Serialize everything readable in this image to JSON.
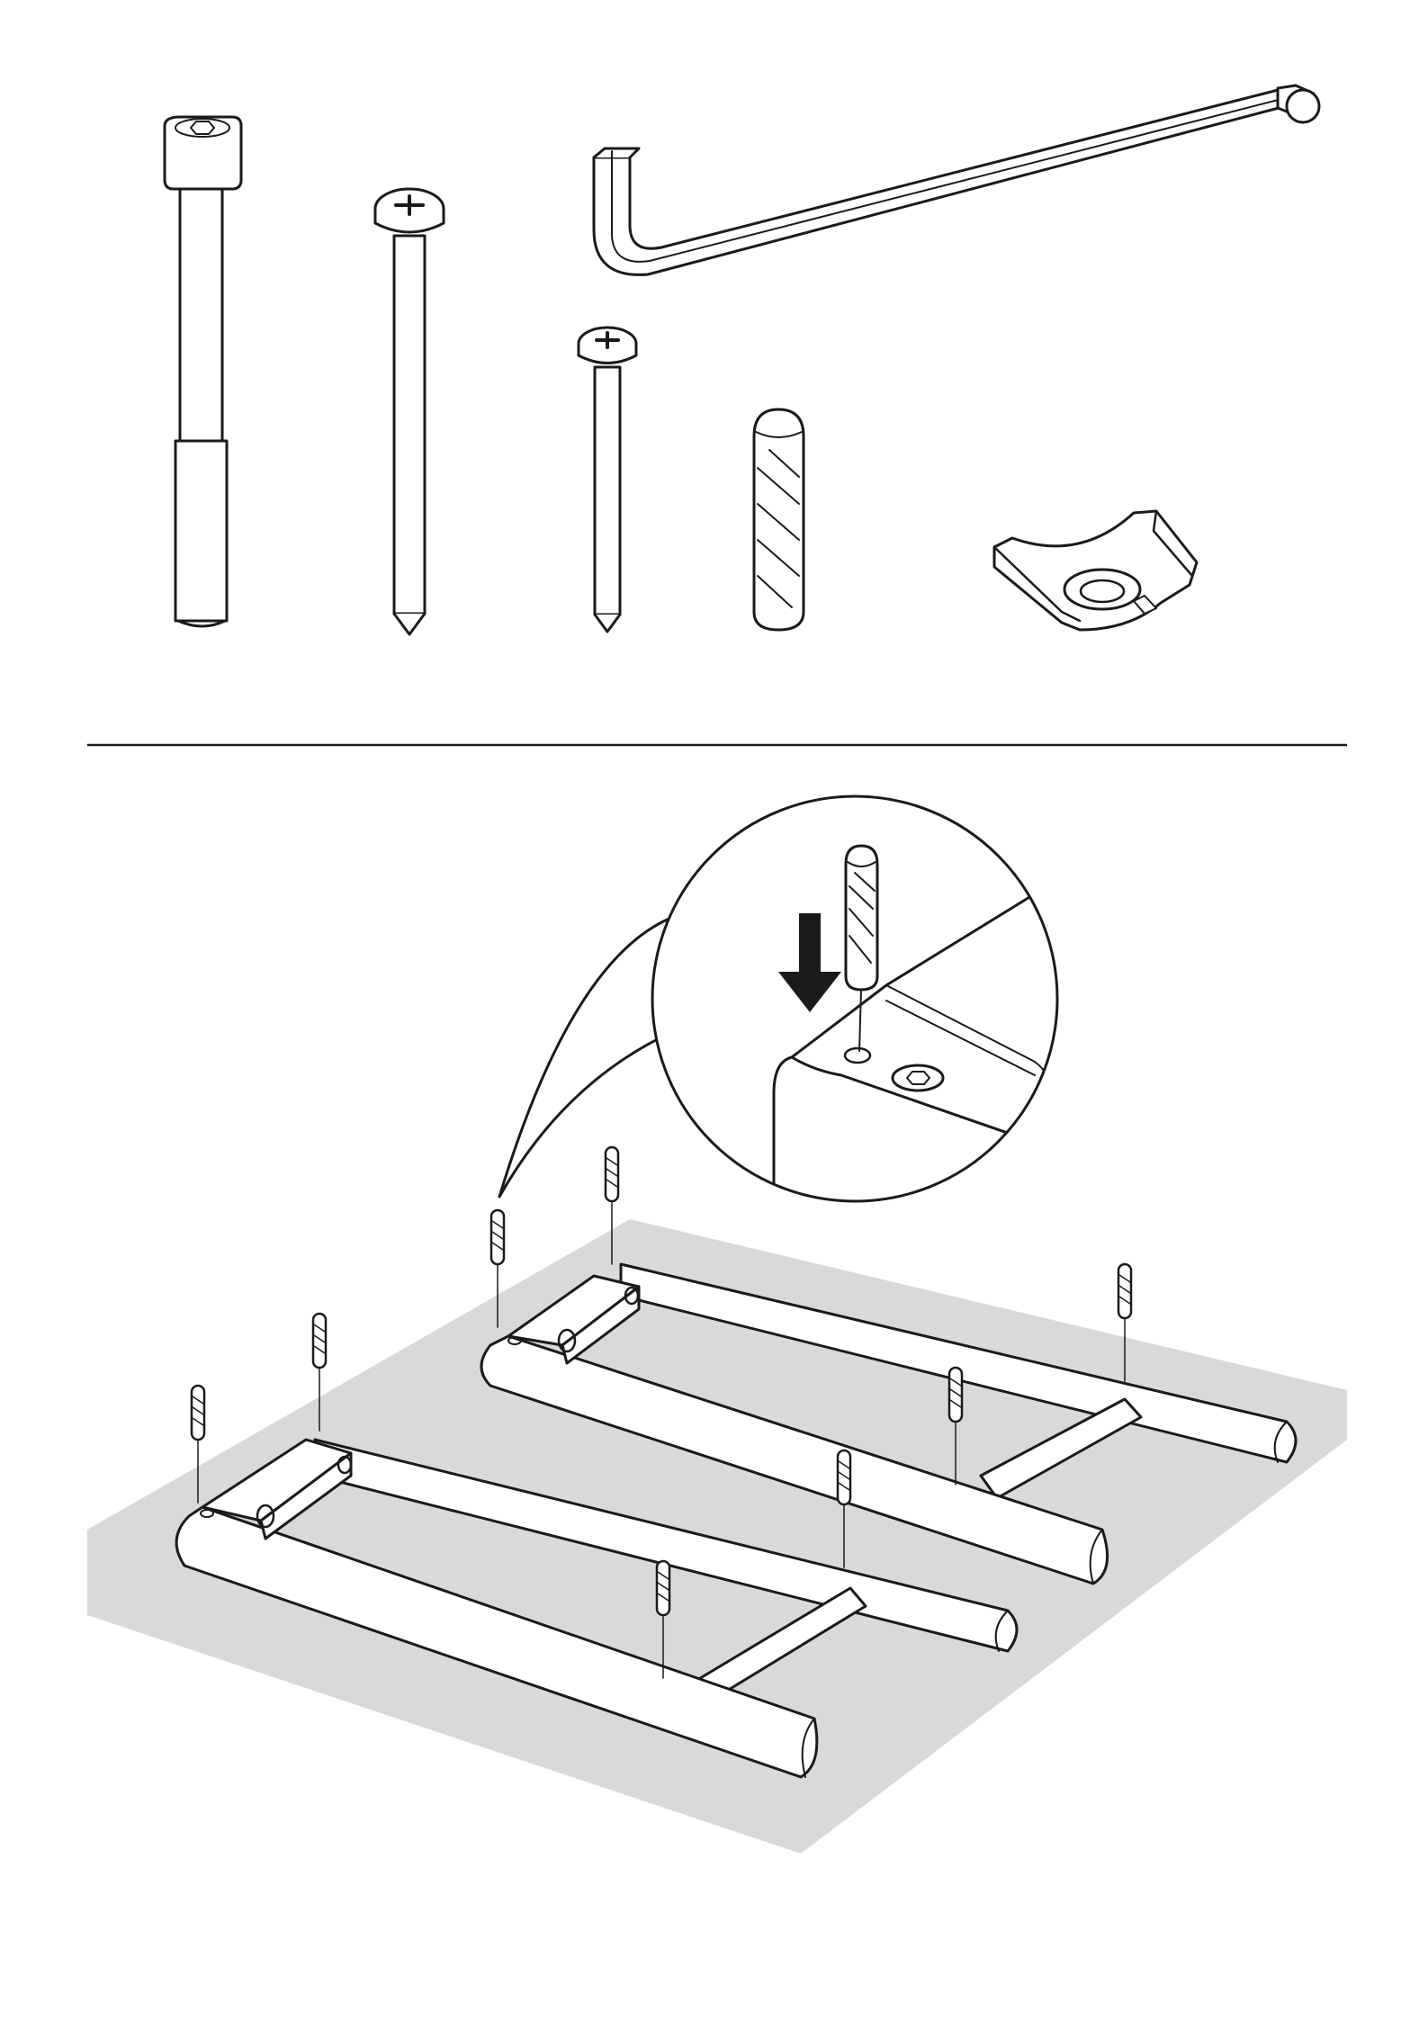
{
  "document": {
    "kind": "assembly-instruction-page",
    "text_content": []
  },
  "colors": {
    "ink": "#1a1a1a",
    "paper": "#ffffff",
    "floor": "#d9d9d9"
  },
  "hardware_parts": [
    {
      "name": "long-hex-bolt"
    },
    {
      "name": "long-wood-screw"
    },
    {
      "name": "allen-key"
    },
    {
      "name": "short-wood-screw"
    },
    {
      "name": "wooden-dowel"
    },
    {
      "name": "bracket-washer"
    }
  ],
  "assembly_step": {
    "frames": 2,
    "dowels_shown": 8,
    "detail_callout": "dowel-insertion-magnifier",
    "arrow_direction": "down"
  }
}
